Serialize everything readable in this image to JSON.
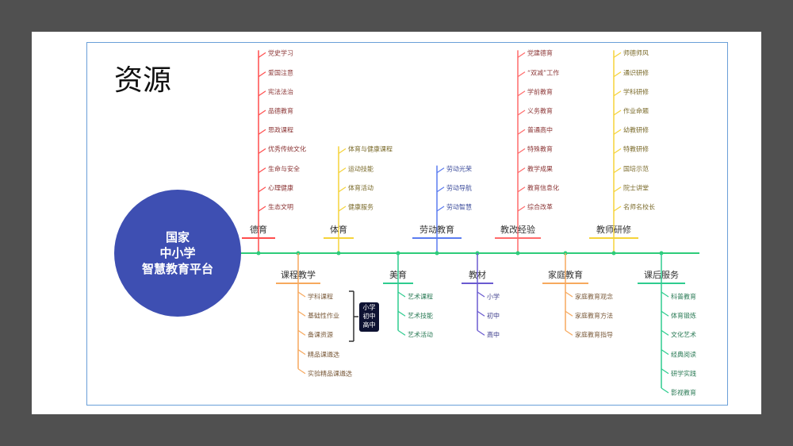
{
  "title": "资源",
  "hub": [
    "国家",
    "中小学",
    "智慧教育平台"
  ],
  "level_box": [
    "小学",
    "初中",
    "高中"
  ],
  "colors": {
    "spine": "#2ecc7a",
    "hub": "#3e4fb2"
  },
  "top_branches": [
    {
      "label": "德育",
      "color": "#ff4d4d",
      "text": "#8b3535",
      "items": [
        "党史学习",
        "爱国注意",
        "宪法法治",
        "品德教育",
        "思政课程",
        "优秀传统文化",
        "生命与安全",
        "心理健康",
        "生态文明"
      ]
    },
    {
      "label": "体育",
      "color": "#f5d33a",
      "text": "#7a6a2a",
      "items": [
        "体育与健康课程",
        "运动技能",
        "体育活动",
        "健康服务"
      ]
    },
    {
      "label": "劳动教育",
      "color": "#5b7cf0",
      "text": "#3a4a9a",
      "items": [
        "劳动光荣",
        "劳动导航",
        "劳动智慧"
      ]
    },
    {
      "label": "教改经验",
      "color": "#ff6b6b",
      "text": "#8b3535",
      "items": [
        "党建德育",
        "“双减”工作",
        "学前教育",
        "义务教育",
        "普通高中",
        "特殊教育",
        "教学成果",
        "教育信息化",
        "综合改革"
      ]
    },
    {
      "label": "教师研修",
      "color": "#f5d33a",
      "text": "#7a6a2a",
      "items": [
        "师德师风",
        "通识研修",
        "学科研修",
        "作业命题",
        "幼教研修",
        "特教研修",
        "国培示范",
        "院士讲堂",
        "名师名校长"
      ]
    }
  ],
  "bottom_branches": [
    {
      "label": "课程教学",
      "color": "#f7a95e",
      "text": "#7a5a3a",
      "items": [
        "学科课程",
        "基础性作业",
        "备课资源",
        "精品课遴选",
        "实验精品课遴选"
      ]
    },
    {
      "label": "美育",
      "color": "#2ecc8f",
      "text": "#2a7a55",
      "items": [
        "艺术课程",
        "艺术技能",
        "艺术活动"
      ]
    },
    {
      "label": "教材",
      "color": "#6a5ad0",
      "text": "#3a3a8a",
      "items": [
        "小学",
        "初中",
        "高中"
      ]
    },
    {
      "label": "家庭教育",
      "color": "#f7a95e",
      "text": "#7a5a3a",
      "items": [
        "家庭教育观念",
        "家庭教育方法",
        "家庭教育指导"
      ]
    },
    {
      "label": "课后服务",
      "color": "#2ecc8f",
      "text": "#2a7a55",
      "items": [
        "科普教育",
        "体育锻炼",
        "文化艺术",
        "经典阅读",
        "研学实践",
        "影视教育"
      ]
    }
  ]
}
